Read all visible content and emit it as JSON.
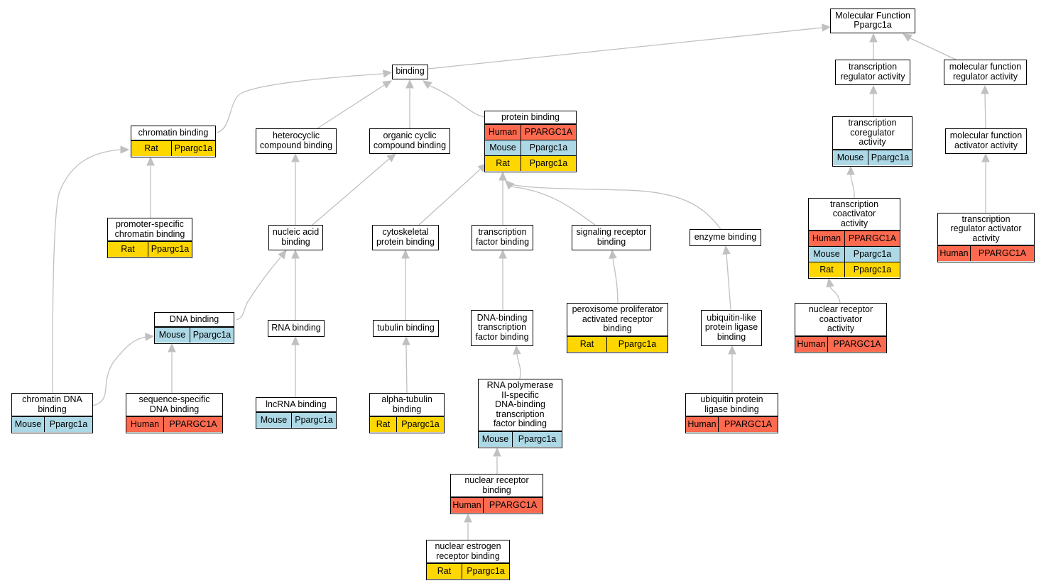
{
  "colors": {
    "Human": "#fe6a4f",
    "Mouse": "#add8e6",
    "Rat": "#ffd700",
    "edge": "#c0c0c0"
  },
  "nodes": [
    {
      "id": "mf",
      "label": "Molecular Function\nPpargc1a",
      "rows": []
    },
    {
      "id": "binding",
      "label": "binding",
      "rows": []
    },
    {
      "id": "tra",
      "label": "transcription\nregulator activity",
      "rows": []
    },
    {
      "id": "mfra",
      "label": "molecular function\nregulator activity",
      "rows": []
    },
    {
      "id": "chromatin",
      "label": "chromatin binding",
      "rows": [
        {
          "species": "Rat",
          "gene": "Ppargc1a"
        }
      ]
    },
    {
      "id": "hetero",
      "label": "heterocyclic\ncompound binding",
      "rows": []
    },
    {
      "id": "organic",
      "label": "organic cyclic\ncompound binding",
      "rows": []
    },
    {
      "id": "protein",
      "label": "protein binding",
      "rows": [
        {
          "species": "Human",
          "gene": "PPARGC1A"
        },
        {
          "species": "Mouse",
          "gene": "Ppargc1a"
        },
        {
          "species": "Rat",
          "gene": "Ppargc1a"
        }
      ]
    },
    {
      "id": "coreg",
      "label": "transcription\ncoregulator\nactivity",
      "rows": [
        {
          "species": "Mouse",
          "gene": "Ppargc1a"
        }
      ]
    },
    {
      "id": "mfaa",
      "label": "molecular function\nactivator activity",
      "rows": []
    },
    {
      "id": "promoter",
      "label": "promoter-specific\nchromatin binding",
      "rows": [
        {
          "species": "Rat",
          "gene": "Ppargc1a"
        }
      ]
    },
    {
      "id": "nucleic",
      "label": "nucleic acid\nbinding",
      "rows": []
    },
    {
      "id": "cyto",
      "label": "cytoskeletal\nprotein binding",
      "rows": []
    },
    {
      "id": "tfb",
      "label": "transcription\nfactor binding",
      "rows": []
    },
    {
      "id": "signal",
      "label": "signaling receptor\nbinding",
      "rows": []
    },
    {
      "id": "enzyme",
      "label": "enzyme binding",
      "rows": []
    },
    {
      "id": "coact",
      "label": "transcription\ncoactivator\nactivity",
      "rows": [
        {
          "species": "Human",
          "gene": "PPARGC1A"
        },
        {
          "species": "Mouse",
          "gene": "Ppargc1a"
        },
        {
          "species": "Rat",
          "gene": "Ppargc1a"
        }
      ]
    },
    {
      "id": "traa",
      "label": "transcription\nregulator activator\nactivity",
      "rows": [
        {
          "species": "Human",
          "gene": "PPARGC1A"
        }
      ]
    },
    {
      "id": "dna",
      "label": "DNA binding",
      "rows": [
        {
          "species": "Mouse",
          "gene": "Ppargc1a"
        }
      ]
    },
    {
      "id": "rna",
      "label": "RNA binding",
      "rows": []
    },
    {
      "id": "tubulin",
      "label": "tubulin binding",
      "rows": []
    },
    {
      "id": "dnabtf",
      "label": "DNA-binding\ntranscription\nfactor binding",
      "rows": []
    },
    {
      "id": "ppar",
      "label": "peroxisome proliferator\nactivated receptor\nbinding",
      "rows": [
        {
          "species": "Rat",
          "gene": "Ppargc1a"
        }
      ]
    },
    {
      "id": "ublike",
      "label": "ubiquitin-like\nprotein ligase\nbinding",
      "rows": []
    },
    {
      "id": "nrcoact",
      "label": "nuclear receptor\ncoactivator\nactivity",
      "rows": [
        {
          "species": "Human",
          "gene": "PPARGC1A"
        }
      ]
    },
    {
      "id": "chromdna",
      "label": "chromatin DNA\nbinding",
      "rows": [
        {
          "species": "Mouse",
          "gene": "Ppargc1a"
        }
      ]
    },
    {
      "id": "seqdna",
      "label": "sequence-specific\nDNA binding",
      "rows": [
        {
          "species": "Human",
          "gene": "PPARGC1A"
        }
      ]
    },
    {
      "id": "lncrna",
      "label": "lncRNA binding",
      "rows": [
        {
          "species": "Mouse",
          "gene": "Ppargc1a"
        }
      ]
    },
    {
      "id": "alpha",
      "label": "alpha-tubulin\nbinding",
      "rows": [
        {
          "species": "Rat",
          "gene": "Ppargc1a"
        }
      ]
    },
    {
      "id": "rnapol",
      "label": "RNA polymerase\nII-specific\nDNA-binding\ntranscription\nfactor binding",
      "rows": [
        {
          "species": "Mouse",
          "gene": "Ppargc1a"
        }
      ]
    },
    {
      "id": "ubprot",
      "label": "ubiquitin protein\nligase binding",
      "rows": [
        {
          "species": "Human",
          "gene": "PPARGC1A"
        }
      ]
    },
    {
      "id": "nrb",
      "label": "nuclear receptor\nbinding",
      "rows": [
        {
          "species": "Human",
          "gene": "PPARGC1A"
        }
      ]
    },
    {
      "id": "nerb",
      "label": "nuclear estrogen\nreceptor binding",
      "rows": [
        {
          "species": "Rat",
          "gene": "Ppargc1a"
        }
      ]
    }
  ]
}
